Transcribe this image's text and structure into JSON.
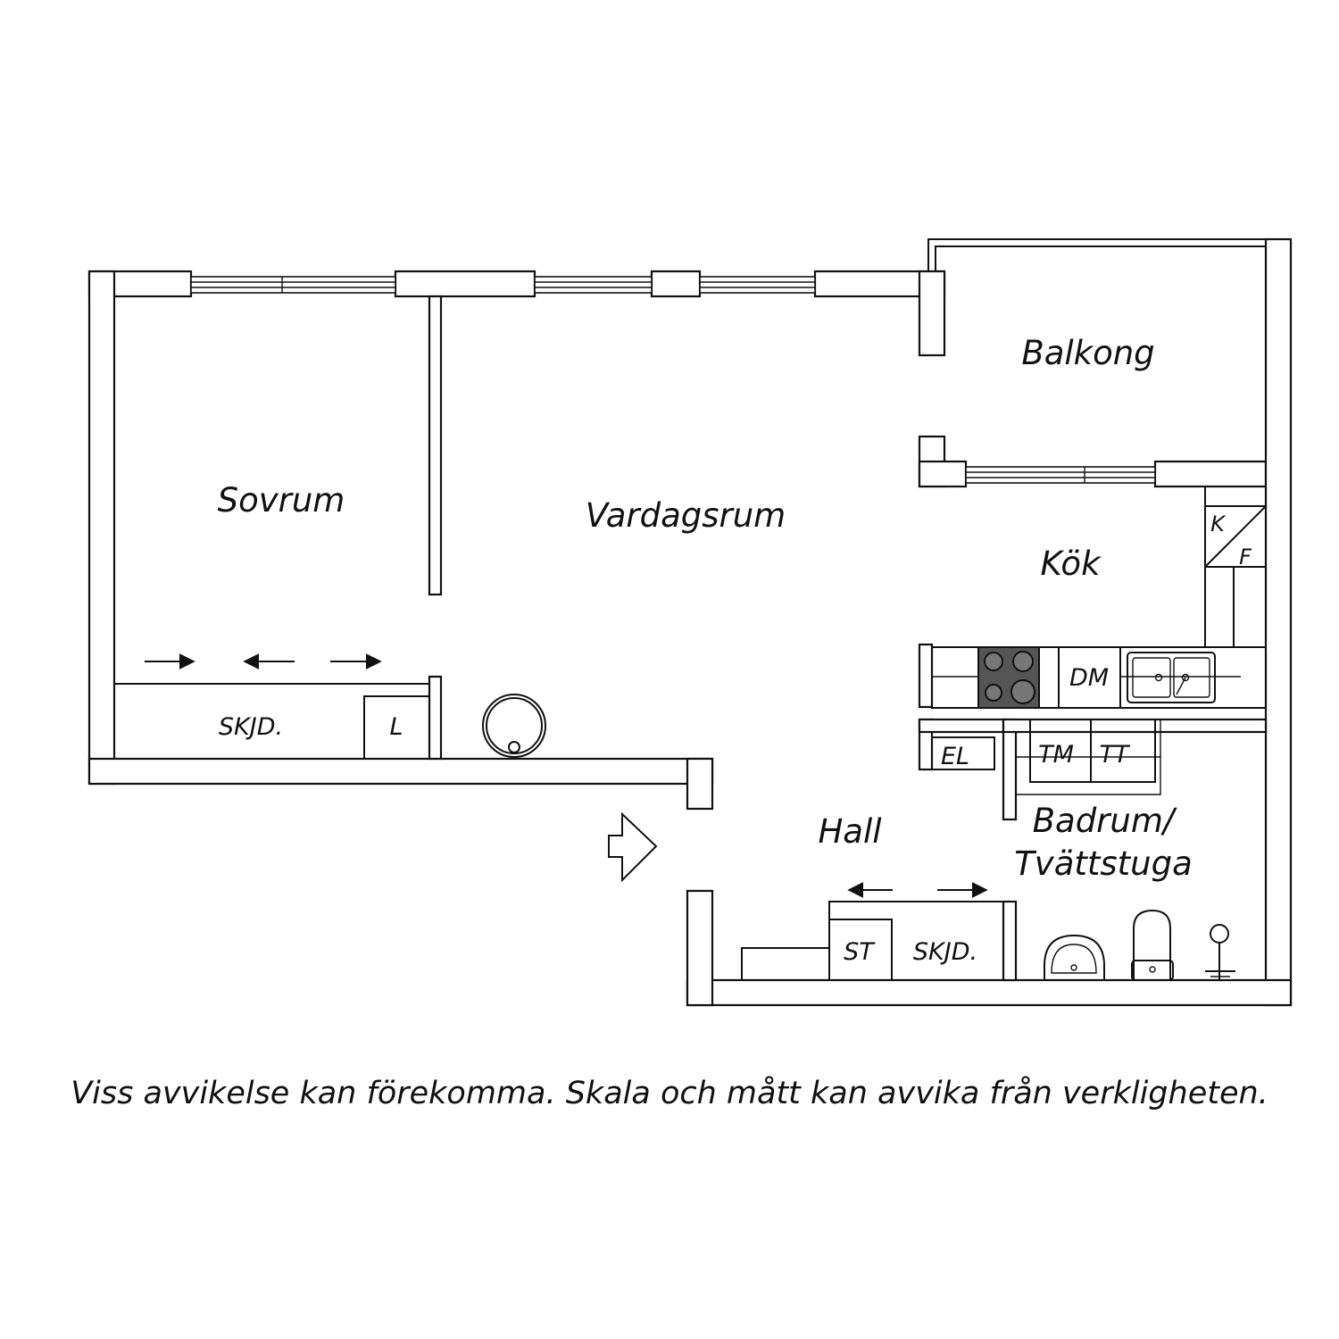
{
  "rooms": {
    "sovrum": "Sovrum",
    "vardagsrum": "Vardagsrum",
    "balkong": "Balkong",
    "kok": "Kök",
    "hall": "Hall",
    "badrum_line1": "Badrum/",
    "badrum_line2": "Tvättstuga"
  },
  "fixtures": {
    "skjd_bedroom": "SKJD.",
    "linen": "L",
    "kyl": "K",
    "frys": "F",
    "diskmaskin": "DM",
    "el": "EL",
    "tm": "TM",
    "tt": "TT",
    "st": "ST",
    "skjd_hall": "SKJD."
  },
  "disclaimer": "Viss avvikelse kan förekomma. Skala och mått kan avvika från verkligheten.",
  "colors": {
    "ink": "#111111",
    "stove": "#555555",
    "paper": "#ffffff"
  }
}
